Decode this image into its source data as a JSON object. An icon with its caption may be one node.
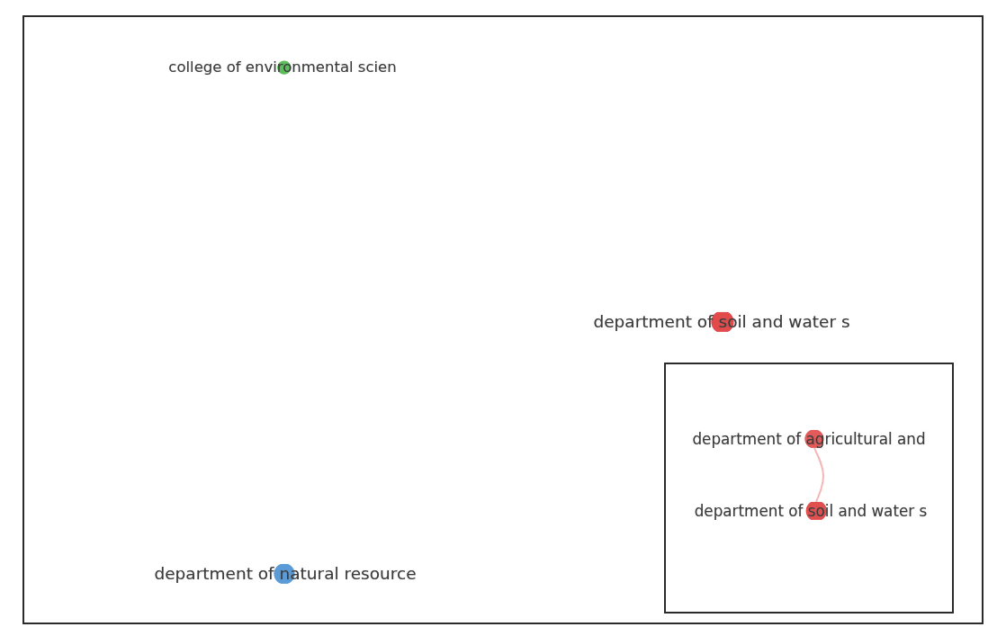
{
  "diagram": {
    "nodes": [
      {
        "text": [
          "college of environmental scien"
        ]
      },
      {
        "text": [
          "department of soil and water s"
        ]
      },
      {
        "text": [],
        "shape": "box"
      },
      {
        "text": [
          "department of agricultural and"
        ],
        "in": 2
      },
      {
        "text": [
          "department of soil and water s"
        ],
        "in": 2
      },
      {
        "text": [
          "department of natural resource"
        ]
      }
    ],
    "edges": [
      {
        "from": 3,
        "to": 4,
        "arrow": "none",
        "color": "#f4b6b6"
      }
    ]
  }
}
